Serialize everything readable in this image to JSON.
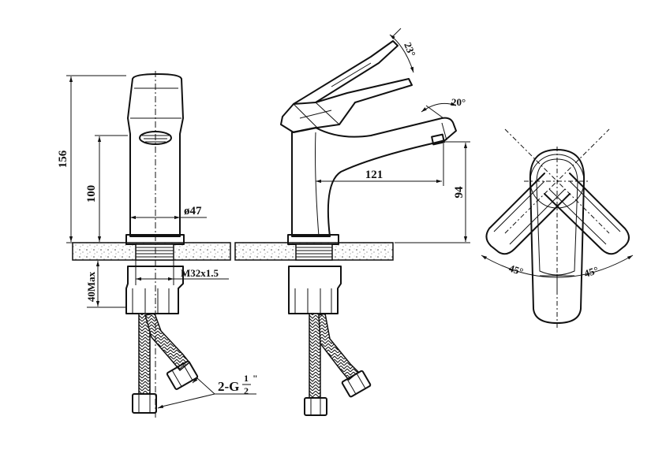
{
  "dimensions": {
    "overall_height": "156",
    "spout_height": "100",
    "body_diameter": "ø47",
    "thread": "M32x1.5",
    "max_counter": "40Max",
    "spout_reach": "121",
    "outlet_height": "94",
    "lever_angle": "23°",
    "spout_angle": "20°",
    "swing_left": "45°",
    "swing_right": "45°"
  },
  "connection": {
    "prefix": "2-G",
    "num": "1",
    "den": "2",
    "suffix": "\""
  },
  "colors": {
    "line": "#111111",
    "background": "#ffffff",
    "counter": "#999999"
  }
}
